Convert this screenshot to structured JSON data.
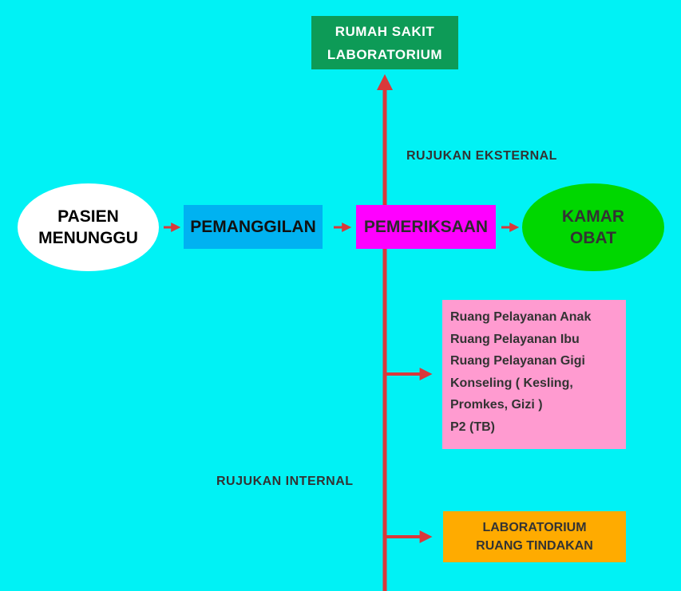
{
  "nodes": {
    "rumah_sakit": {
      "lines": [
        "RUMAH  SAKIT",
        "LABORATORIUM"
      ],
      "color": "#0d9b57"
    },
    "pasien": {
      "lines": [
        "PASIEN",
        "MENUNGGU"
      ],
      "color": "#ffffff"
    },
    "pemanggilan": {
      "label": "PEMANGGILAN",
      "color": "#00b2f1"
    },
    "pemeriksaan": {
      "label": "PEMERIKSAAN",
      "color": "#ff00ff"
    },
    "kamar_obat": {
      "lines": [
        "KAMAR",
        "OBAT"
      ],
      "color": "#00d700"
    },
    "pelayanan": {
      "lines": [
        "Ruang  Pelayanan  Anak",
        "Ruang  Pelayanan  Ibu",
        "Ruang  Pelayanan  Gigi",
        "Konseling  (  Kesling,",
        "Promkes,  Gizi  )",
        "P2  (TB)"
      ],
      "color": "#ff9bd0"
    },
    "laboratorium": {
      "lines": [
        "LABORATORIUM",
        "RUANG  TINDAKAN"
      ],
      "color": "#ffab00"
    }
  },
  "labels": {
    "rujukan_eksternal": "RUJUKAN  EKSTERNAL",
    "rujukan_internal": "RUJUKAN  INTERNAL"
  },
  "colors": {
    "background": "#00f2f5",
    "arrow": "#d9383a"
  }
}
